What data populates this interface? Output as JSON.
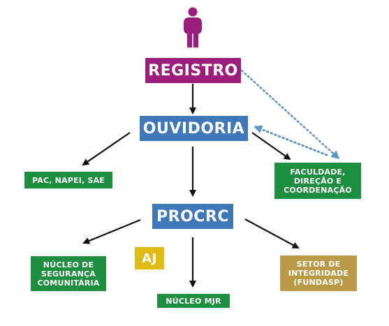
{
  "colors": {
    "person": "#9b1d7c",
    "registro": "#9b1d7c",
    "ouvidoria": "#3f78b8",
    "procrc": "#3f78b8",
    "green": "#1e8f3f",
    "aj": "#e0bb16",
    "integridade": "#bb9a47",
    "arrow": "#111111",
    "dotted": "#5b93c8"
  },
  "icons": {
    "person": "person-icon"
  },
  "nodes": {
    "registro": "REGISTRO",
    "ouvidoria": "OUVIDORIA",
    "procrc": "PROCRC",
    "pac": "PAC, NAPEI, SAE",
    "faculdade": "FACULDADE,\nDIREÇÃO E\nCOORDENAÇÃO",
    "nucleo_seg": "NÚCLEO DE\nSEGURANÇA\nCOMUNITÁRIA",
    "aj": "AJ",
    "nucleo_mjr": "NÚCLEO MJR",
    "setor": "SETOR DE\nINTEGRIDADE\n(FUNDASP)"
  }
}
